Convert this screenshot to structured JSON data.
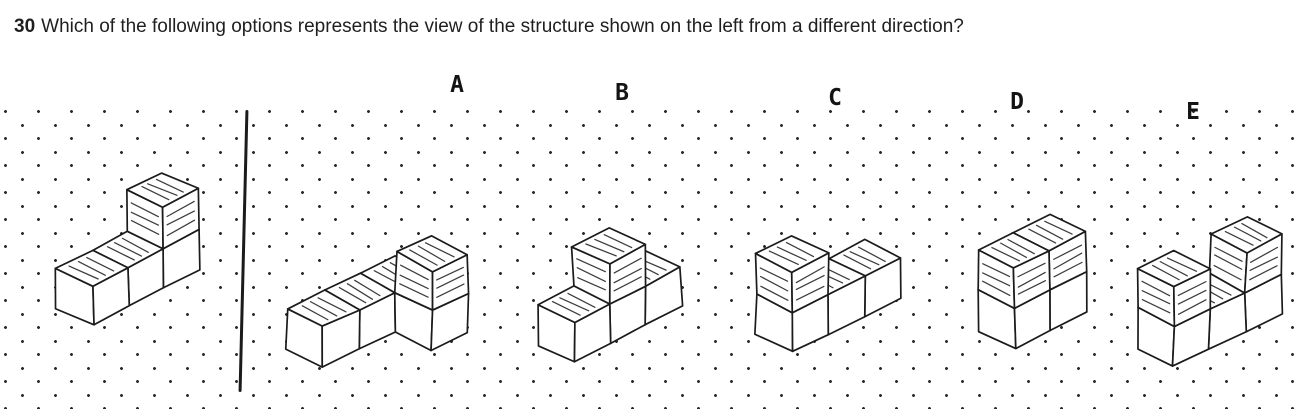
{
  "question": {
    "number": "30",
    "text": "Which of the following options represents the view of the structure shown on the left from a different direction?"
  },
  "figure": {
    "paper_color": "#ffffff",
    "ink_color": "#1b1b1b",
    "dot_color": "#2a2a2a",
    "structures": [
      {
        "id": "stimulus",
        "label": "",
        "role": "stimulus",
        "cubes": [
          [
            0,
            0,
            0
          ],
          [
            0,
            1,
            0
          ],
          [
            0,
            2,
            0
          ],
          [
            0,
            2,
            1
          ]
        ]
      },
      {
        "id": "A",
        "label": "A",
        "role": "option",
        "cubes": [
          [
            0,
            0,
            0
          ],
          [
            0,
            1,
            0
          ],
          [
            0,
            2,
            0
          ],
          [
            1,
            2,
            0
          ],
          [
            1,
            2,
            1
          ]
        ]
      },
      {
        "id": "B",
        "label": "B",
        "role": "option",
        "cubes": [
          [
            0,
            0,
            0
          ],
          [
            0,
            1,
            0
          ],
          [
            0,
            2,
            0
          ],
          [
            0,
            1,
            1
          ]
        ]
      },
      {
        "id": "C",
        "label": "C",
        "role": "option",
        "cubes": [
          [
            0,
            0,
            0
          ],
          [
            0,
            1,
            0
          ],
          [
            0,
            2,
            0
          ],
          [
            0,
            0,
            1
          ]
        ]
      },
      {
        "id": "D",
        "label": "D",
        "role": "option",
        "cubes": [
          [
            0,
            0,
            0
          ],
          [
            0,
            1,
            0
          ],
          [
            0,
            0,
            1
          ],
          [
            0,
            1,
            1
          ]
        ]
      },
      {
        "id": "E",
        "label": "E",
        "role": "option",
        "cubes": [
          [
            0,
            0,
            0
          ],
          [
            0,
            1,
            0
          ],
          [
            0,
            2,
            0
          ],
          [
            0,
            0,
            1
          ],
          [
            0,
            2,
            1
          ]
        ]
      }
    ]
  }
}
